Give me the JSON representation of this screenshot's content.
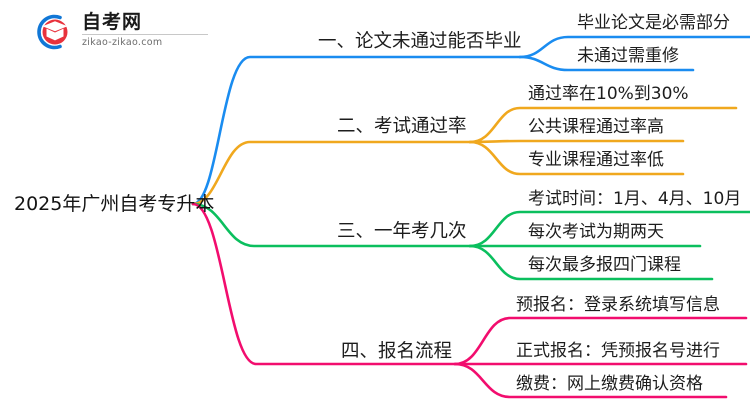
{
  "logo": {
    "title": "自考网",
    "domain": "zikao-zikao.com",
    "mark_icon": "graduation-cap-icon",
    "arc_color": "#1177D6",
    "cap_color": "#E8323C"
  },
  "mindmap": {
    "root": {
      "label": "2025年广州自考专升本"
    },
    "branches": [
      {
        "label": "一、论文未通过能否毕业",
        "color": "#1A8CF0",
        "children": [
          {
            "label": "毕业论文是必需部分"
          },
          {
            "label": "未通过需重修"
          }
        ]
      },
      {
        "label": "二、考试通过率",
        "color": "#F0A81E",
        "children": [
          {
            "label": "通过率在10%到30%"
          },
          {
            "label": "公共课程通过率高"
          },
          {
            "label": "专业课程通过率低"
          }
        ]
      },
      {
        "label": "三、一年考几次",
        "color": "#0BBF5E",
        "children": [
          {
            "label": "考试时间：1月、4月、10月"
          },
          {
            "label": "每次考试为期两天"
          },
          {
            "label": "每次最多报四门课程"
          }
        ]
      },
      {
        "label": "四、报名流程",
        "color": "#F20D6E",
        "children": [
          {
            "label": "预报名：登录系统填写信息"
          },
          {
            "label": "正式报名：凭预报名号进行"
          },
          {
            "label": "缴费：网上缴费确认资格"
          }
        ]
      }
    ]
  }
}
